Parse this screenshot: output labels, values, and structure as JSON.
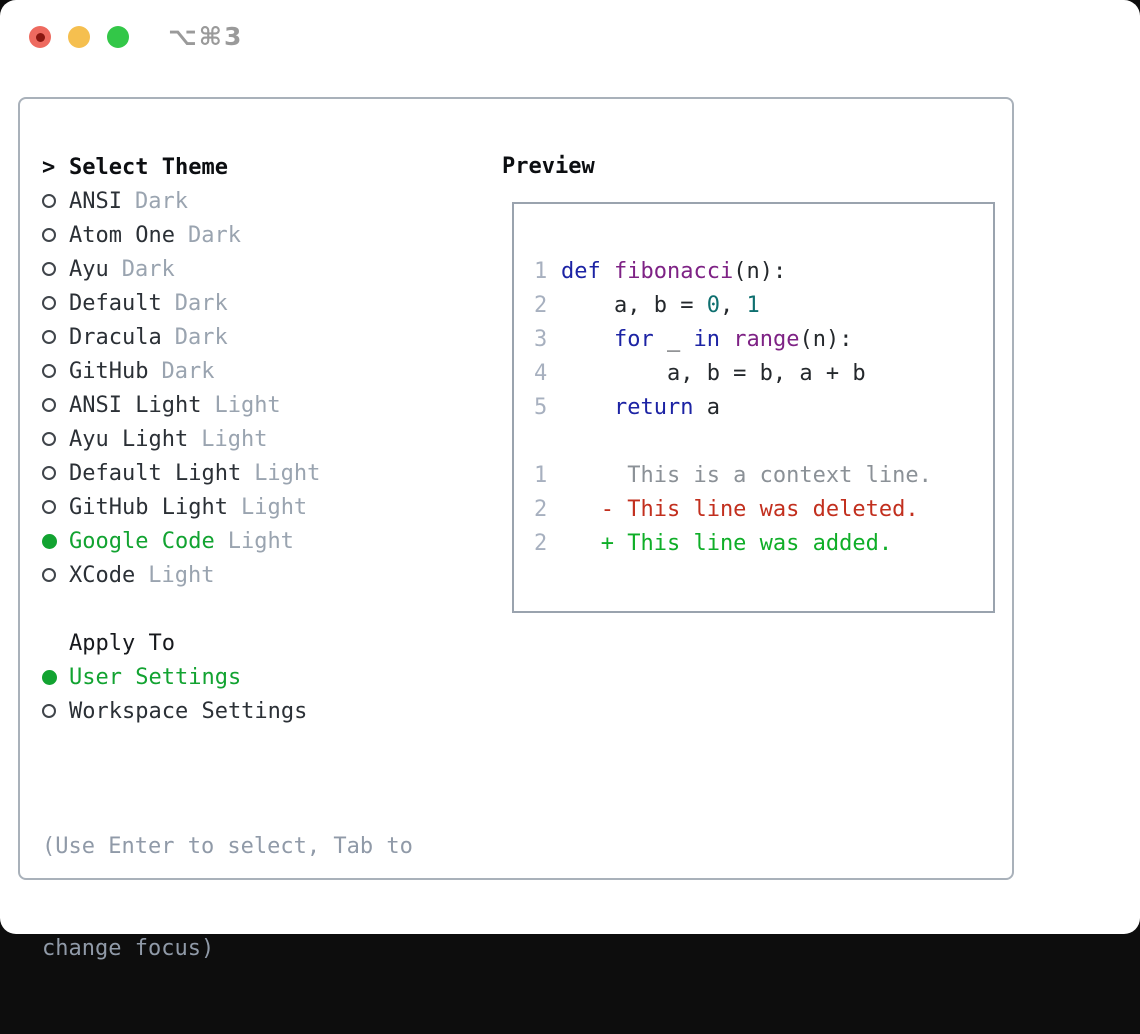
{
  "window": {
    "title": "⌥⌘3"
  },
  "colors": {
    "accent-green": "#12a331",
    "diff-red": "#c22f1e",
    "diff-green": "#0fae28",
    "keyword-blue": "#1c23a4",
    "function-purple": "#7e2285",
    "literal-teal": "#0e6f6f",
    "muted-gray": "#9aa4b0",
    "hint-gray": "#909aa8",
    "line-number-gray": "#a7b0bf",
    "context-gray": "#8b9197",
    "text-dark": "#2b3036",
    "border-gray": "#a9b1ba",
    "traffic-red": "#ee6a5f",
    "traffic-yellow": "#f5bf4f",
    "traffic-green": "#33c748",
    "title-gray": "#9a9a9a"
  },
  "theme_picker": {
    "prompt": ">",
    "title": "Select Theme",
    "themes": [
      {
        "name": "ANSI",
        "tag": "Dark",
        "selected": false
      },
      {
        "name": "Atom One",
        "tag": "Dark",
        "selected": false
      },
      {
        "name": "Ayu",
        "tag": "Dark",
        "selected": false
      },
      {
        "name": "Default",
        "tag": "Dark",
        "selected": false
      },
      {
        "name": "Dracula",
        "tag": "Dark",
        "selected": false
      },
      {
        "name": "GitHub",
        "tag": "Dark",
        "selected": false
      },
      {
        "name": "ANSI Light",
        "tag": "Light",
        "selected": false
      },
      {
        "name": "Ayu Light",
        "tag": "Light",
        "selected": false
      },
      {
        "name": "Default Light",
        "tag": "Light",
        "selected": false
      },
      {
        "name": "GitHub Light",
        "tag": "Light",
        "selected": false
      },
      {
        "name": "Google Code",
        "tag": "Light",
        "selected": true
      },
      {
        "name": "XCode",
        "tag": "Light",
        "selected": false
      }
    ],
    "apply_to": {
      "title": "Apply To",
      "options": [
        {
          "name": "User Settings",
          "selected": true
        },
        {
          "name": "Workspace Settings",
          "selected": false
        }
      ]
    },
    "hint_lines": [
      "(Use Enter to select, Tab to",
      "change focus)"
    ]
  },
  "preview": {
    "title": "Preview",
    "code_lines": [
      {
        "num": "1",
        "tokens": [
          [
            "kw",
            "def"
          ],
          [
            "pl",
            " "
          ],
          [
            "fn",
            "fibonacci"
          ],
          [
            "pl",
            "(n):"
          ]
        ]
      },
      {
        "num": "2",
        "tokens": [
          [
            "pl",
            "    a, b = "
          ],
          [
            "num",
            "0"
          ],
          [
            "pl",
            ", "
          ],
          [
            "num",
            "1"
          ]
        ]
      },
      {
        "num": "3",
        "tokens": [
          [
            "pl",
            "    "
          ],
          [
            "kw",
            "for"
          ],
          [
            "pl",
            " _ "
          ],
          [
            "kw",
            "in"
          ],
          [
            "pl",
            " "
          ],
          [
            "fn",
            "range"
          ],
          [
            "pl",
            "(n):"
          ]
        ]
      },
      {
        "num": "4",
        "tokens": [
          [
            "pl",
            "        a, b = b, a + b"
          ]
        ]
      },
      {
        "num": "5",
        "tokens": [
          [
            "pl",
            "    "
          ],
          [
            "kw",
            "return"
          ],
          [
            "pl",
            " a"
          ]
        ]
      }
    ],
    "diff_lines": [
      {
        "num": "1",
        "kind": "context",
        "text": "     This is a context line."
      },
      {
        "num": "2",
        "kind": "deleted",
        "text": "   - This line was deleted."
      },
      {
        "num": "2",
        "kind": "added",
        "text": "   + This line was added."
      }
    ]
  }
}
